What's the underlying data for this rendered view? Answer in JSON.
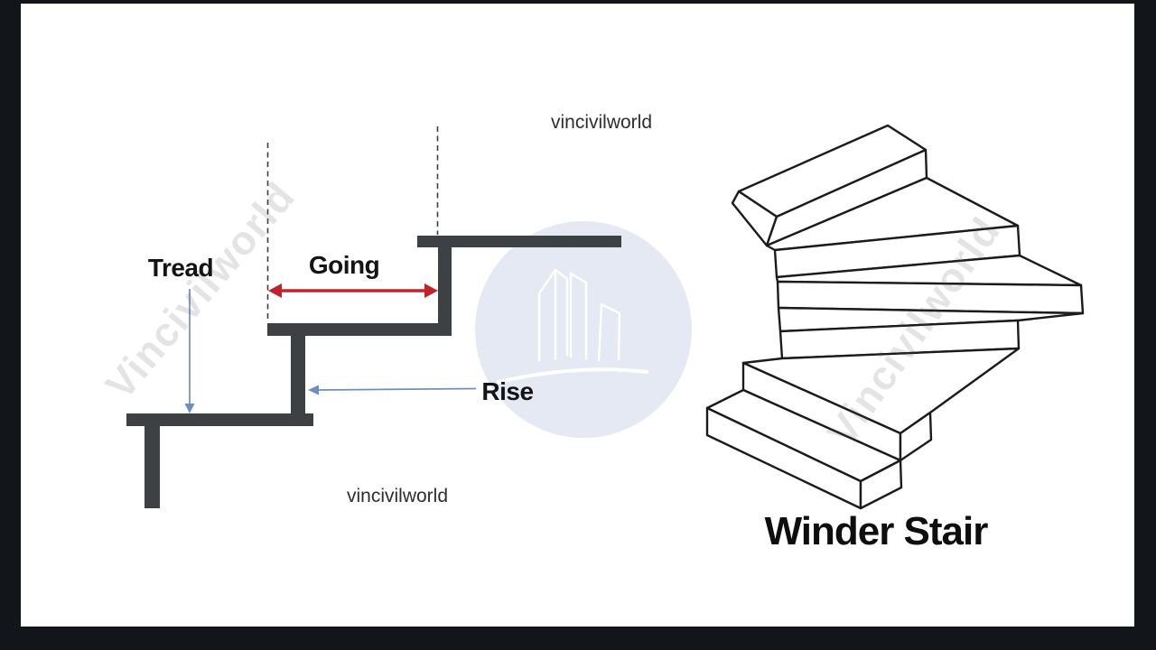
{
  "window": {
    "frame_color": "#12161a",
    "canvas_color": "#ffffff"
  },
  "branding": {
    "top_text": "vincivilworld",
    "bottom_text": "vincivilworld",
    "watermark_text": "Vincivilworld",
    "logo_circle_color": "#e4e9f4"
  },
  "stair_section_diagram": {
    "labels": {
      "tread": "Tread",
      "going": "Going",
      "rise": "Rise"
    },
    "colors": {
      "stair_profile": "#3e4144",
      "going_arrow": "#c0222a",
      "pointer_arrows": "#6a8fc0",
      "dashed_guides": "#3f3f3f"
    }
  },
  "winder_diagram": {
    "caption": "Winder Stair",
    "outline_color": "#1b1b1b",
    "visible_steps": 7
  }
}
